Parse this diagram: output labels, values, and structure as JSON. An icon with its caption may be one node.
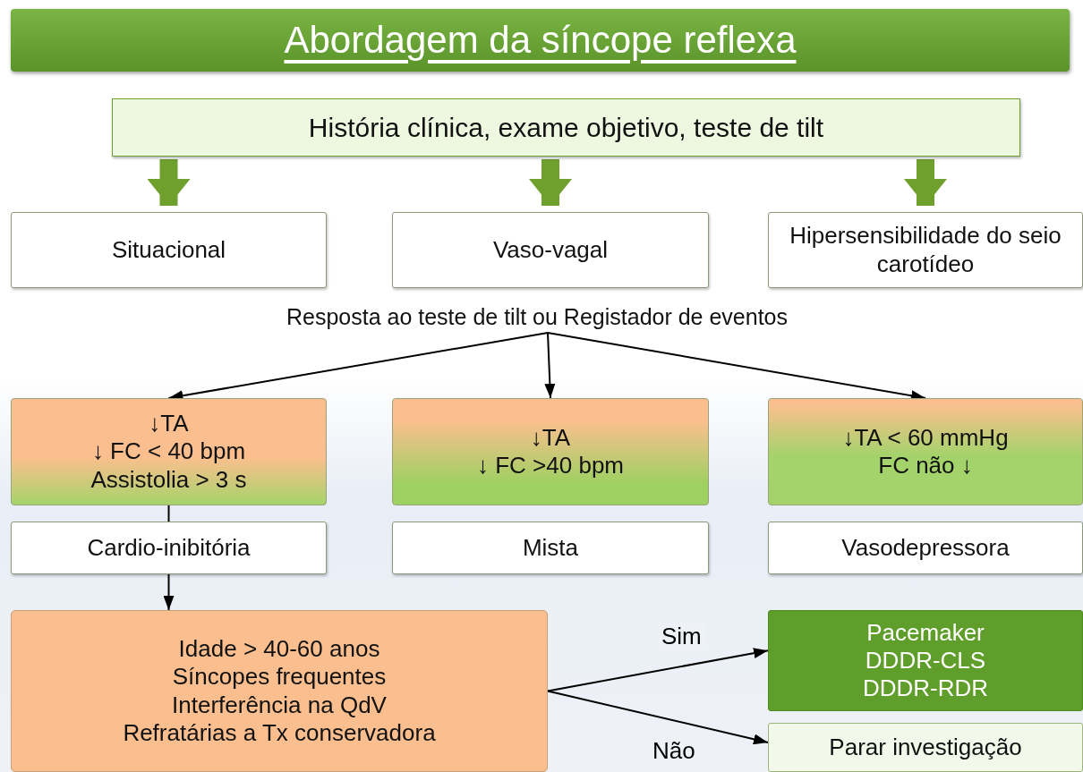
{
  "diagram": {
    "title": "Abordagem da síncope reflexa",
    "nodes": [
      {
        "text": [
          "História clínica, exame objetivo, teste de tilt"
        ]
      },
      {
        "text": [
          "Situacional"
        ]
      },
      {
        "text": [
          "Vaso-vagal"
        ]
      },
      {
        "text": [
          "Hipersensibilidade do seio carotídeo"
        ]
      },
      {
        "text": [
          "Resposta ao teste de tilt ou Registador de eventos"
        ]
      },
      {
        "text": [
          "↓TA",
          "↓ FC < 40 bpm",
          "Assistolia > 3 s"
        ]
      },
      {
        "text": [
          "↓TA",
          "↓ FC >40 bpm"
        ]
      },
      {
        "text": [
          "↓TA < 60 mmHg",
          "FC não ↓"
        ]
      },
      {
        "text": [
          "Cardio-inibitória"
        ]
      },
      {
        "text": [
          "Mista"
        ]
      },
      {
        "text": [
          "Vasodepressora"
        ]
      },
      {
        "text": [
          "Idade > 40-60 anos",
          "Síncopes frequentes",
          "Interferência na QdV",
          "Refratárias a Tx conservadora"
        ]
      },
      {
        "text": [
          "Pacemaker",
          "DDDR-CLS",
          "DDDR-RDR"
        ]
      },
      {
        "text": [
          "Parar investigação"
        ]
      }
    ],
    "edges": [
      {
        "from": 0,
        "to": 1,
        "arrow": "to",
        "style": "thick",
        "color": "#6f9f2c"
      },
      {
        "from": 0,
        "to": 2,
        "arrow": "to",
        "style": "thick",
        "color": "#6f9f2c"
      },
      {
        "from": 0,
        "to": 3,
        "arrow": "to",
        "style": "thick",
        "color": "#6f9f2c"
      },
      {
        "from": 4,
        "to": 5,
        "arrow": "to"
      },
      {
        "from": 4,
        "to": 6,
        "arrow": "to"
      },
      {
        "from": 4,
        "to": 7,
        "arrow": "to"
      },
      {
        "from": 5,
        "to": 8,
        "arrow": "none"
      },
      {
        "from": 8,
        "to": 11,
        "arrow": "to"
      },
      {
        "from": 11,
        "to": 12,
        "label": "Sim",
        "arrow": "to"
      },
      {
        "from": 11,
        "to": 13,
        "label": "Não",
        "arrow": "to"
      }
    ]
  }
}
